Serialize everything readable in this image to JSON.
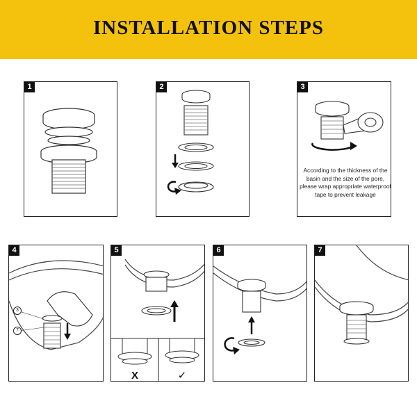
{
  "banner": {
    "title": "INSTALLATION STEPS",
    "color": "#f4c20d"
  },
  "steps": [
    {
      "number": "1"
    },
    {
      "number": "2"
    },
    {
      "number": "3",
      "note": "According to the thickness of the basin and the size of the pore, please wrap appropriate waterproof tape to prevent leakage"
    },
    {
      "number": "4",
      "callouts": [
        "3",
        "7"
      ]
    },
    {
      "number": "5",
      "marks": {
        "wrong": "X",
        "right": "✓"
      }
    },
    {
      "number": "6"
    },
    {
      "number": "7"
    }
  ]
}
